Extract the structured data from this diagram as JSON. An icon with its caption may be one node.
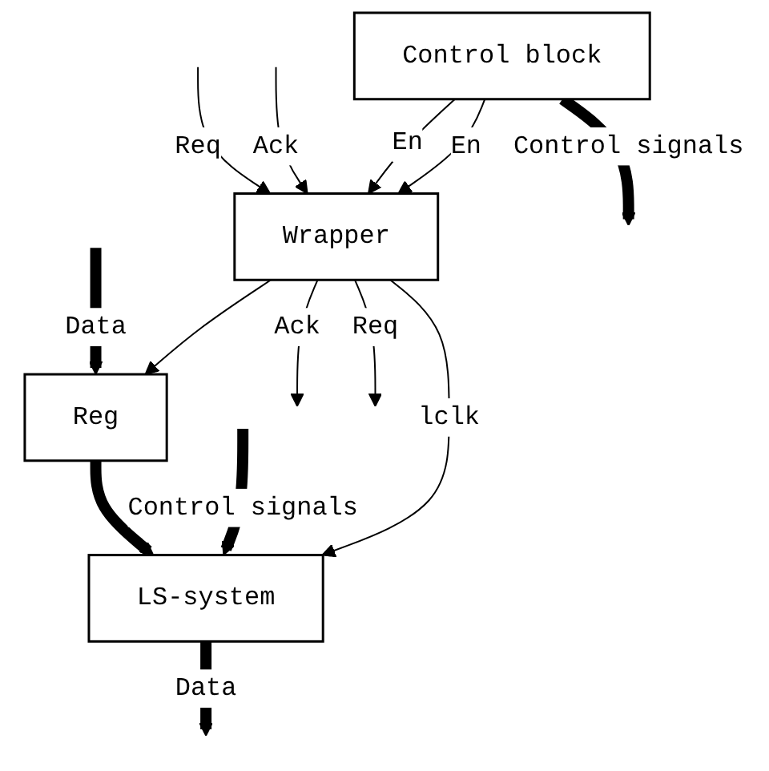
{
  "diagram": {
    "nodes": [
      {
        "text": [
          "Reg"
        ]
      },
      {
        "text": [
          "LS-system"
        ]
      },
      {
        "text": [
          "Wrapper"
        ]
      },
      {
        "text": [
          "Control block"
        ]
      }
    ],
    "edges": [
      {
        "from": null,
        "to": 0,
        "arrow": "to",
        "label": "Data",
        "style": "thick"
      },
      {
        "from": 0,
        "to": 1,
        "arrow": "to",
        "style": "thick"
      },
      {
        "from": 1,
        "to": null,
        "arrow": "to",
        "label": "Data",
        "style": "thick"
      },
      {
        "from": null,
        "to": 1,
        "arrow": "to",
        "label": "Control signals",
        "style": "thick"
      },
      {
        "from": 2,
        "to": 0,
        "arrow": "to"
      },
      {
        "from": 2,
        "to": 1,
        "arrow": "to",
        "label": "lclk"
      },
      {
        "from": 2,
        "to": null,
        "arrow": "to",
        "label": "Ack"
      },
      {
        "from": null,
        "to": 2,
        "arrow": "to",
        "label": "Req"
      },
      {
        "from": null,
        "to": 2,
        "arrow": "to",
        "label": "Ack"
      },
      {
        "from": 2,
        "to": null,
        "arrow": "to",
        "label": "Req"
      },
      {
        "from": 3,
        "to": 2,
        "arrow": "to",
        "label": "En"
      },
      {
        "from": 3,
        "to": 2,
        "arrow": "to",
        "label": "En"
      },
      {
        "from": 3,
        "to": null,
        "arrow": "to",
        "label": "Control signals",
        "style": "thick"
      }
    ]
  }
}
